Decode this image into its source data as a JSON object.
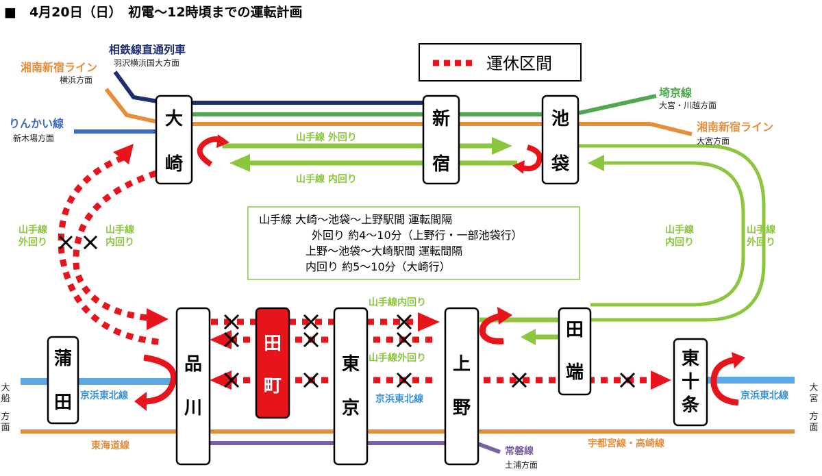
{
  "title": "■　4月20日（日）　初電～12時頃までの運転計画",
  "legend": {
    "label": "運休区間"
  },
  "colors": {
    "yamanote": "#8cc63f",
    "keihin": "#5aa9e6",
    "saikyo": "#4fa84f",
    "shonan": "#e58e3c",
    "sotetsu": "#1f2f6e",
    "rinkai": "#3b6cc4",
    "joban": "#7d5fa6",
    "suspended": "#e8141b"
  },
  "stations": {
    "osaki": "大崎",
    "shinjuku": "新宿",
    "ikebukuro": "池袋",
    "shinagawa": "品川",
    "tamachi": "田町",
    "tokyo": "東京",
    "ueno": "上野",
    "tabata": "田端",
    "kamata": "蒲田",
    "higashi_jujo": "東十条"
  },
  "lines": {
    "sotetsu": {
      "name": "相鉄線直通列車",
      "dir": "羽沢横浜国大方面"
    },
    "shonan_w": {
      "name": "湘南新宿ライン",
      "dir": "横浜方面"
    },
    "rinkai": {
      "name": "りんかい線",
      "dir": "新木場方面"
    },
    "saikyo": {
      "name": "埼京線",
      "dir": "大宮・川越方面"
    },
    "shonan_e": {
      "name": "湘南新宿ライン",
      "dir": "大宮方面"
    },
    "yam_outer_top": "山手線 外回り",
    "yam_inner_top": "山手線 内回り",
    "yam_outer_left": [
      "山手線",
      "外回り"
    ],
    "yam_inner_left": [
      "山手線",
      "内回り"
    ],
    "yam_inner_right": [
      "山手線",
      "内回り"
    ],
    "yam_outer_right": [
      "山手線",
      "外回り"
    ],
    "yam_inner_mid": "山手線内回り",
    "yam_outer_mid": "山手線外回り",
    "keihin_mid": "京浜東北線",
    "keihin_left": "京浜東北線",
    "keihin_right": "京浜東北線",
    "tokaido": "東海道線",
    "utsunomiya": "宇都宮線・高崎線",
    "joban": {
      "name": "常磐線",
      "dir": "土浦方面"
    },
    "ofuna_dir": [
      "大",
      "船",
      "方",
      "面"
    ],
    "omiya_dir": [
      "大",
      "宮",
      "方",
      "面"
    ]
  },
  "info": [
    "山手線 大崎～池袋～上野駅間 運転間隔",
    "外回り 約4～10分（上野行・一部池袋行）",
    "上野～池袋～大崎駅間 運転間隔",
    "内回り 約5～10分（大崎行）"
  ]
}
